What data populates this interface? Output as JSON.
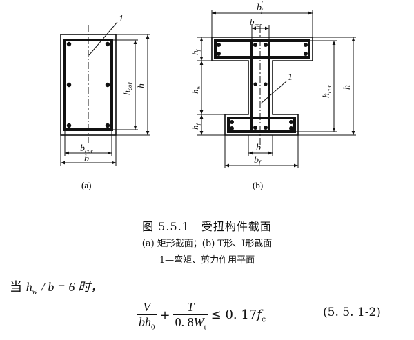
{
  "figure_a": {
    "callout": "1",
    "dim_h": "h",
    "dim_hcor": "h",
    "dim_hcor_sub": "cor",
    "dim_bcor": "b",
    "dim_bcor_sub": "cor",
    "dim_b": "b",
    "caption": "(a)"
  },
  "figure_b": {
    "dim_bf_top": "b",
    "dim_bf_top_sub": "f",
    "dim_bf_top_prime": "′",
    "dim_bcor": "b",
    "dim_bcor_sub": "cor",
    "dim_hf_top": "h",
    "dim_hf_top_sub": "f",
    "dim_hf_top_prime": "′",
    "dim_hw": "h",
    "dim_hw_sub": "w",
    "dim_hf_bot": "h",
    "dim_hf_bot_sub": "f",
    "callout": "1",
    "dim_hcor": "h",
    "dim_hcor_sub": "cor",
    "dim_h": "h",
    "dim_b": "b",
    "dim_bf_bot": "b",
    "dim_bf_bot_sub": "f",
    "caption": "(b)"
  },
  "caption": {
    "title": "图 5.5.1　受扭构件截面",
    "subtitle": "(a) 矩形截面；(b) T形、I形截面",
    "note": "1—弯矩、剪力作用平面"
  },
  "condition": {
    "prefix": "当",
    "h": "h",
    "h_sub": "w",
    "rest": "/ b = 6 时，"
  },
  "formula": {
    "frac1_num": "V",
    "frac1_den_b": "bh",
    "frac1_den_sub": "0",
    "plus": "+",
    "frac2_num": "T",
    "frac2_den_coef": "0. 8",
    "frac2_den_w": "W",
    "frac2_den_sub": "t",
    "rhs": "≤ 0. 17",
    "rhs_f": "f",
    "rhs_sub": "c",
    "number": "(5. 5. 1-2)"
  }
}
